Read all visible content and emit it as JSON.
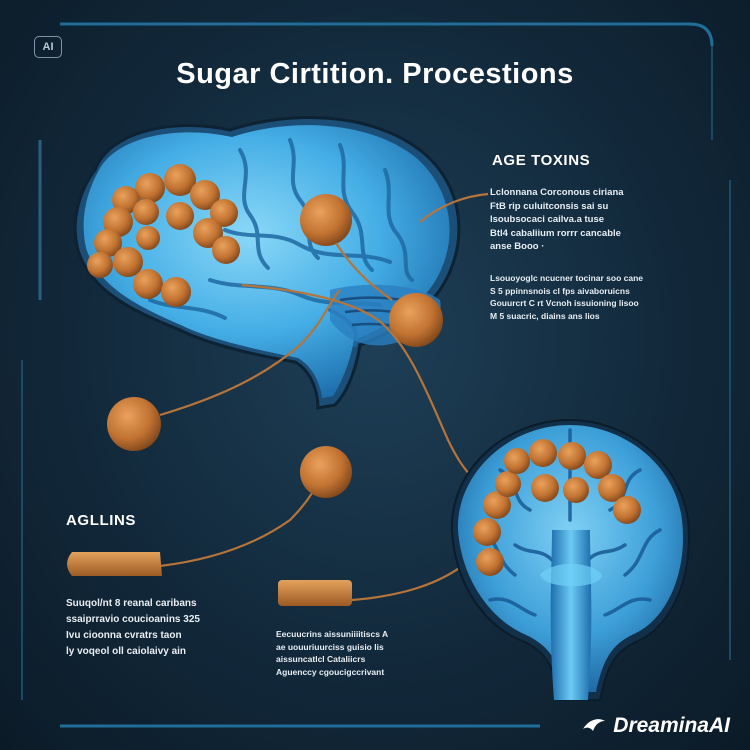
{
  "badge": "AI",
  "title": "Sugar Cirtition. Procestions",
  "age_toxins": {
    "heading": "AGE TOXINS",
    "block1": [
      "Lclonnana Corconous ciriana",
      "FtB rip culuitconsis sai su",
      "lsoubsocaci cailva.a tuse",
      "Btl4 cabaliium rorrr cancable",
      "anse Booo ·"
    ],
    "block2": [
      "Lsouoyoglc   ncucner tocinar  soo  cane",
      "S 5 ppinnsnois cl fps aivaboruicns",
      "Gouurcrt C rt Vcnoh    issuioning  lisoo",
      "M 5 suacric,  diains ans lios"
    ]
  },
  "aglins": {
    "heading": "AGLLINS",
    "lines": [
      "Suuqol/nt 8 reanal caribans",
      "ssaiprravio coucioanins 325",
      "Ivu cioonna cvratrs taon",
      "ly voqeol oll caiolaivy ain"
    ]
  },
  "bottom_note": {
    "lines": [
      "Eecuucrins aissuniiiitiscs A",
      "ae uouuriuurciss guisio lis",
      "aissuncatlcl Cataliicrs",
      "Aguenccy cgoucigccrivant"
    ]
  },
  "watermark": {
    "icon": "dreamina-logo-icon",
    "text": "DreaminaAI"
  },
  "colors": {
    "background": "#12293b",
    "brain_light": "#5ec3ef",
    "brain_dark": "#1b6fb0",
    "particle": "#c47a35",
    "fiber": "#b5743a",
    "frame": "#1e5577"
  }
}
